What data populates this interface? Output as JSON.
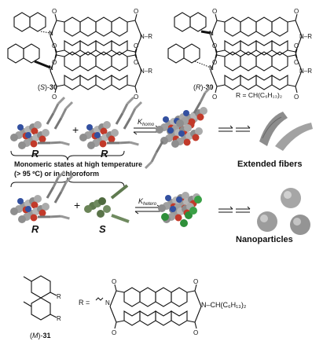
{
  "top": {
    "s_compound_label": {
      "paren_l": "(",
      "config": "S",
      "paren_r": ")-",
      "number": "30"
    },
    "r_compound_label": {
      "paren_l": "(",
      "config": "R",
      "paren_r": ")-",
      "number": "30"
    },
    "r_group_text": "N–R",
    "r_definition": "R = CH(C₆H₁₃)₂"
  },
  "middle": {
    "homo": {
      "left_label": "R",
      "plus": "+",
      "right_label": "R",
      "k_main": "K",
      "k_sub": "homo",
      "result_label": "Extended fibers"
    },
    "monomeric_note_line1": "Monomeric states at high temperature",
    "monomeric_note_line2": "(> 95 ºC) or in chloroform",
    "hetero": {
      "left_label": "R",
      "plus": "+",
      "right_label": "S",
      "k_main": "K",
      "k_sub": "hetero",
      "result_label": "Nanoparticles"
    }
  },
  "bottom": {
    "compound_label": {
      "paren_l": "(",
      "config": "M",
      "paren_r": ")-",
      "number": "31"
    },
    "r_eq": "R =",
    "n_substituent": "N–CH(C₆H₁₃)₂",
    "o_label": "O",
    "r_label": "R"
  },
  "colors": {
    "carbon": "#8a8a8a",
    "oxygen": "#c0392b",
    "nitrogen": "#2c4fa3",
    "s_enantiomer": "#5f7a4f",
    "hetero_green": "#2f8f3a"
  }
}
